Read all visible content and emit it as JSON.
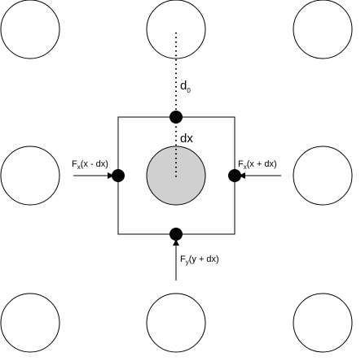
{
  "labels": {
    "d0_main": "d",
    "d0_sub": "0",
    "dx": "dx",
    "fx_left_main": "F",
    "fx_left_sub": "x",
    "fx_left_arg": "(x - dx)",
    "fx_right_main": "F",
    "fx_right_sub": "x",
    "fx_right_arg": "(x + dx)",
    "fy_bottom_main": "F",
    "fy_bottom_sub": "y",
    "fy_bottom_arg": "(y + dx)"
  },
  "colors": {
    "stroke": "#000000",
    "lattice_fill": "#ffffff",
    "center_fill": "#d0d0d0",
    "node_fill": "#000000"
  },
  "lattice": {
    "rows": 3,
    "cols": 3,
    "center_highlighted": true
  }
}
